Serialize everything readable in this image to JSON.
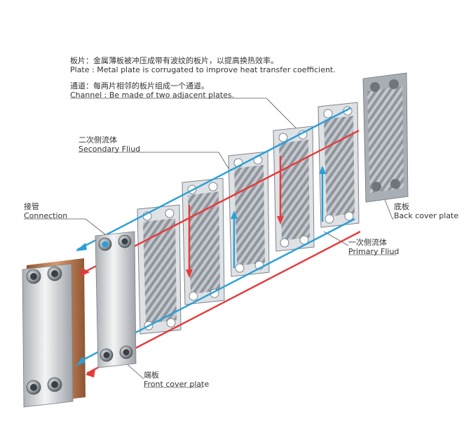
{
  "labels": {
    "plate_zh": "板片：金属薄板被冲压成带有波纹的板片，以提高换热效率。",
    "plate_en": "Plate : Metal plate is corrugated to improve heat transfer coefficient.",
    "channel_zh": "通道：每两片相邻的板片组成一个通道。",
    "channel_en": "Channel : Be made of two adjacent plates.",
    "secondary_zh": "二次侧流体",
    "secondary_en": "Secondary Fliud",
    "connection_zh": "接管",
    "connection_en": "Connection",
    "back_zh": "底板",
    "back_en": "Back cover plate",
    "primary_zh": "一次侧流体",
    "primary_en": "Primary Fliud",
    "front_zh": "端板",
    "front_en": "Front cover plate"
  },
  "colors": {
    "primary_flow": "#e53a3a",
    "secondary_flow": "#2a9fd8",
    "copper": "#b8744a",
    "steel": "#c9cdd2",
    "leader": "#555555"
  },
  "icons": [
    "connection-port-icon",
    "flow-arrow-icon"
  ]
}
